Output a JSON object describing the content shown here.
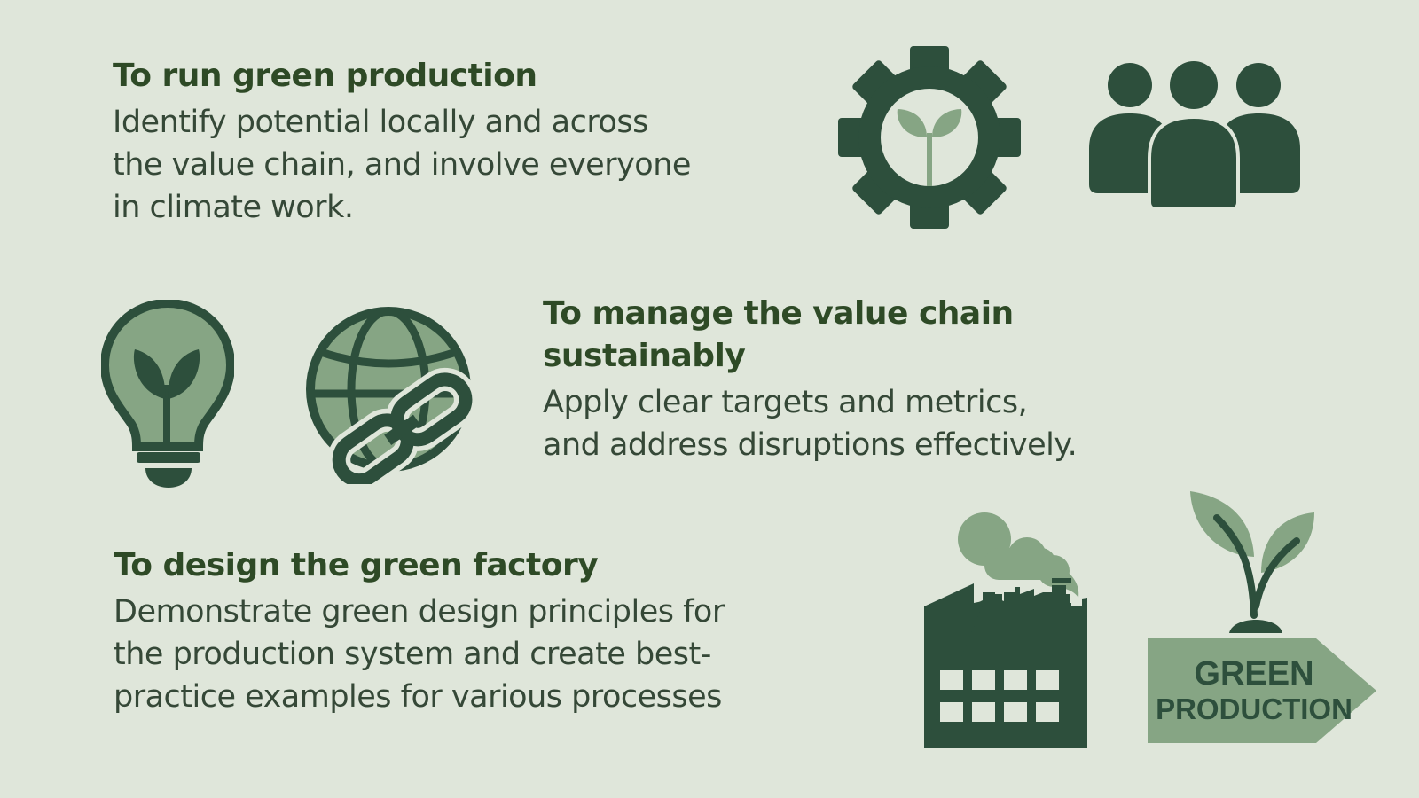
{
  "sections": [
    {
      "heading": "To run green production",
      "lines": [
        "Identify potential locally and across",
        "the value chain, and involve everyone",
        "in climate work."
      ]
    },
    {
      "heading_lines": [
        "To manage the value chain",
        "sustainably"
      ],
      "lines": [
        "Apply clear targets and metrics,",
        "and address disruptions effectively."
      ]
    },
    {
      "heading": "To design the green factory",
      "lines": [
        "Demonstrate green design principles for",
        "the production system and create best-",
        "practice examples for various processes"
      ]
    }
  ],
  "sign": {
    "line1": "GREEN",
    "line2": "PRODUCTION"
  },
  "colors": {
    "background": "#dfe6da",
    "dark": "#2d4f3c",
    "mid": "#86a584",
    "heading": "#2e4a26"
  }
}
